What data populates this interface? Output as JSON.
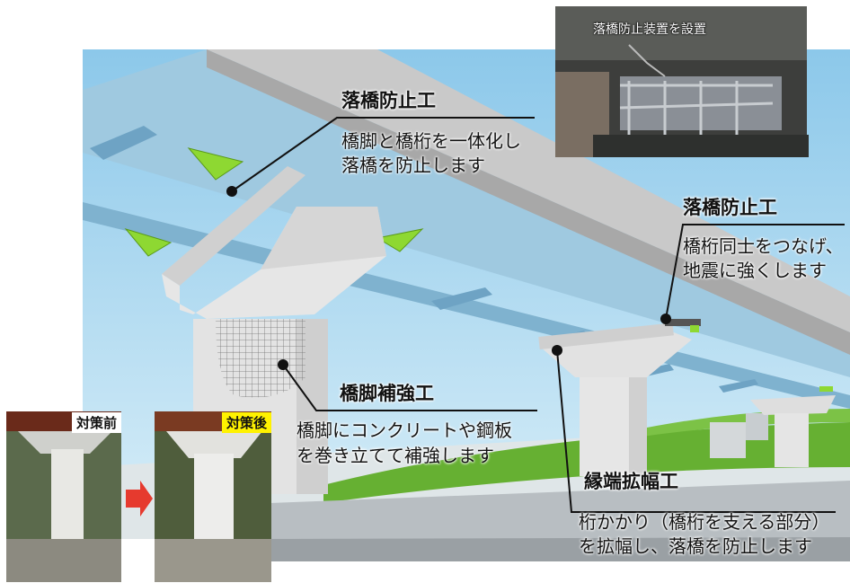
{
  "photo_top": {
    "caption": "落橋防止装置を設置"
  },
  "labels": {
    "a_title": "落橋防止工",
    "a_desc1": "橋脚と橋桁を一体化し",
    "a_desc2": "落橋を防止します",
    "b_title": "落橋防止工",
    "b_desc1": "橋桁同士をつなげ、",
    "b_desc2": "地震に強くします",
    "c_title": "橋脚補強工",
    "c_desc1": "橋脚にコンクリートや鋼板",
    "c_desc2": "を巻き立てて補強します",
    "d_title": "縁端拡幅工",
    "d_desc1": "桁かかり（橋桁を支える部分）",
    "d_desc2": "を拡幅し、落橋を防止します"
  },
  "badges": {
    "before": "対策前",
    "after": "対策後"
  },
  "colors": {
    "sky": "#a9d6ee",
    "girder": "#9fc9e0",
    "deck": "#c9c9c9",
    "grass": "#66b032",
    "bracket": "#8ed832",
    "arrow": "#e63a2e",
    "badge_after_bg": "#fff200"
  }
}
